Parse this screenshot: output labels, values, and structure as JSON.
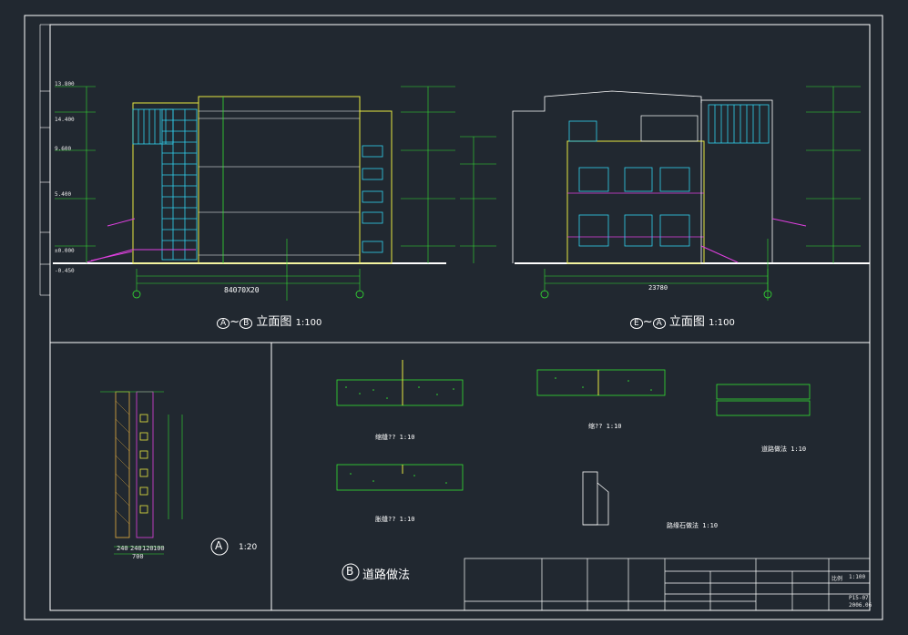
{
  "drawing": {
    "elevations": [
      {
        "title": "立面图",
        "scale": "1:100",
        "axis_from": "A",
        "axis_to": "B",
        "total_dim": "84070X20"
      },
      {
        "title": "立面图",
        "scale": "1:100",
        "axis_from": "E",
        "axis_to": "A",
        "total_dim": "23780"
      }
    ],
    "elevation_marks": [
      "13.800",
      "14.400",
      "9.600",
      "5.400",
      "±0.000",
      "-0.450"
    ],
    "details": [
      {
        "mark": "A",
        "scale": "1:20"
      },
      {
        "mark": "B",
        "title": "道路做法"
      }
    ],
    "wall_detail_dims": [
      "240",
      "240",
      "120",
      "100",
      "700"
    ],
    "road_sections": [
      {
        "title": "缩缝??",
        "scale": "1:10"
      },
      {
        "title": "胀缝??",
        "scale": "1:10"
      },
      {
        "title": "缩??",
        "scale": "1:10"
      },
      {
        "title": "道路做法",
        "scale": "1:10"
      },
      {
        "title": "路缘石做法",
        "scale": "1:10"
      }
    ],
    "title_block": {
      "scale_label": "比例",
      "scale_value": "1:100",
      "drawing_no": "P15-07",
      "date": "2006.06"
    }
  }
}
